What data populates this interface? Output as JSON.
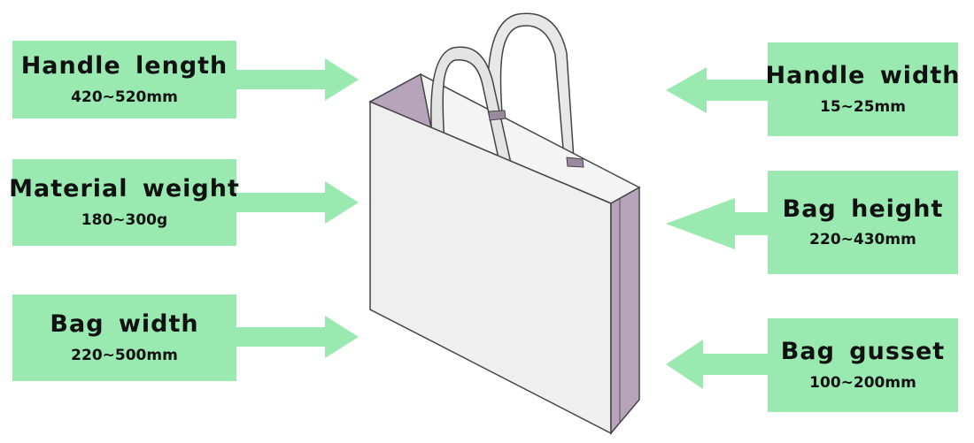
{
  "colors": {
    "label_bg": "#99e9b0",
    "arrow": "#99e9b0",
    "bag_front": "#efefef",
    "bag_side": "#b5a4ba",
    "outline": "#444444"
  },
  "labels": {
    "handle_length": {
      "title": "Handle length",
      "value": "420~520mm"
    },
    "material_weight": {
      "title": "Material weight",
      "value": "180~300g"
    },
    "bag_width": {
      "title": "Bag width",
      "value": "220~500mm"
    },
    "handle_width": {
      "title": "Handle width",
      "value": "15~25mm"
    },
    "bag_height": {
      "title": "Bag height",
      "value": "220~430mm"
    },
    "bag_gusset": {
      "title": "Bag gusset",
      "value": "100~200mm"
    }
  }
}
